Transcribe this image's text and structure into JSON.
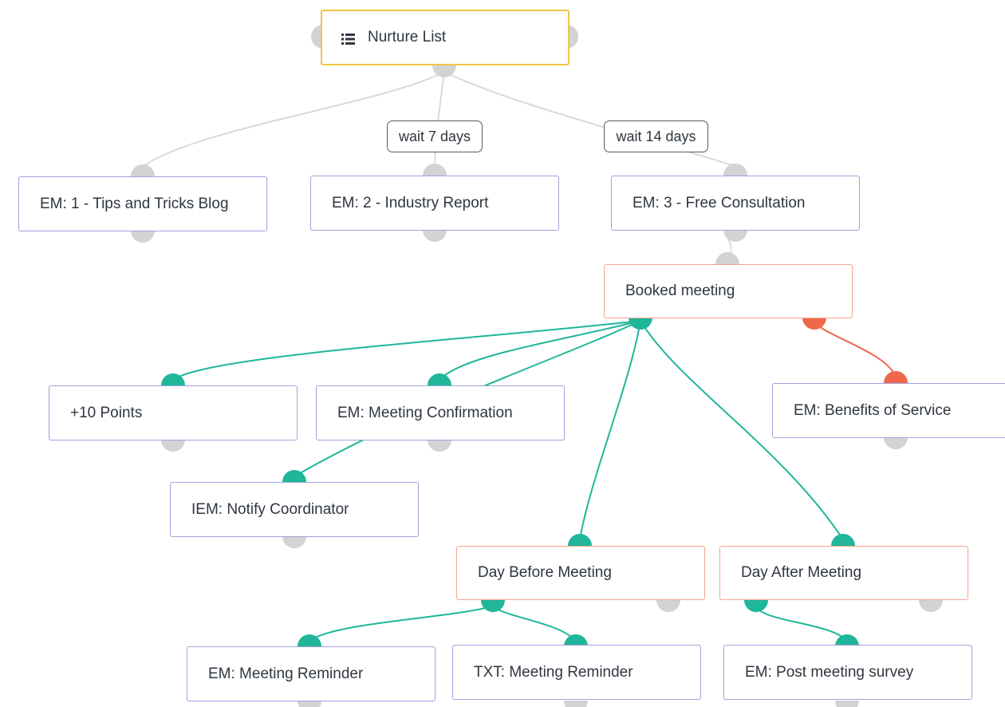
{
  "root": {
    "label": "Nurture List",
    "icon": "list-icon"
  },
  "wait_labels": [
    "wait 7 days",
    "wait 14 days"
  ],
  "emails": [
    "EM: 1 - Tips and Tricks Blog",
    "EM: 2 - Industry Report",
    "EM: 3 - Free Consultation"
  ],
  "decision": {
    "booked": "Booked meeting"
  },
  "yes_branch": {
    "points": "+10 Points",
    "confirmation": "EM: Meeting Confirmation",
    "notify": "IEM: Notify Coordinator",
    "day_before": "Day Before Meeting",
    "day_after": "Day After Meeting"
  },
  "no_branch": {
    "benefits": "EM: Benefits of Service"
  },
  "day_before_children": [
    "EM: Meeting Reminder",
    "TXT: Meeting Reminder"
  ],
  "day_after_children": [
    "EM: Post meeting survey"
  ],
  "colors": {
    "yes": "#1fb69a",
    "no": "#f0674b",
    "neutral_connector": "#d9d9d9",
    "action_border": "#9ea3dc",
    "decision_border": "#f4a48e",
    "root_border": "#f0c645"
  }
}
